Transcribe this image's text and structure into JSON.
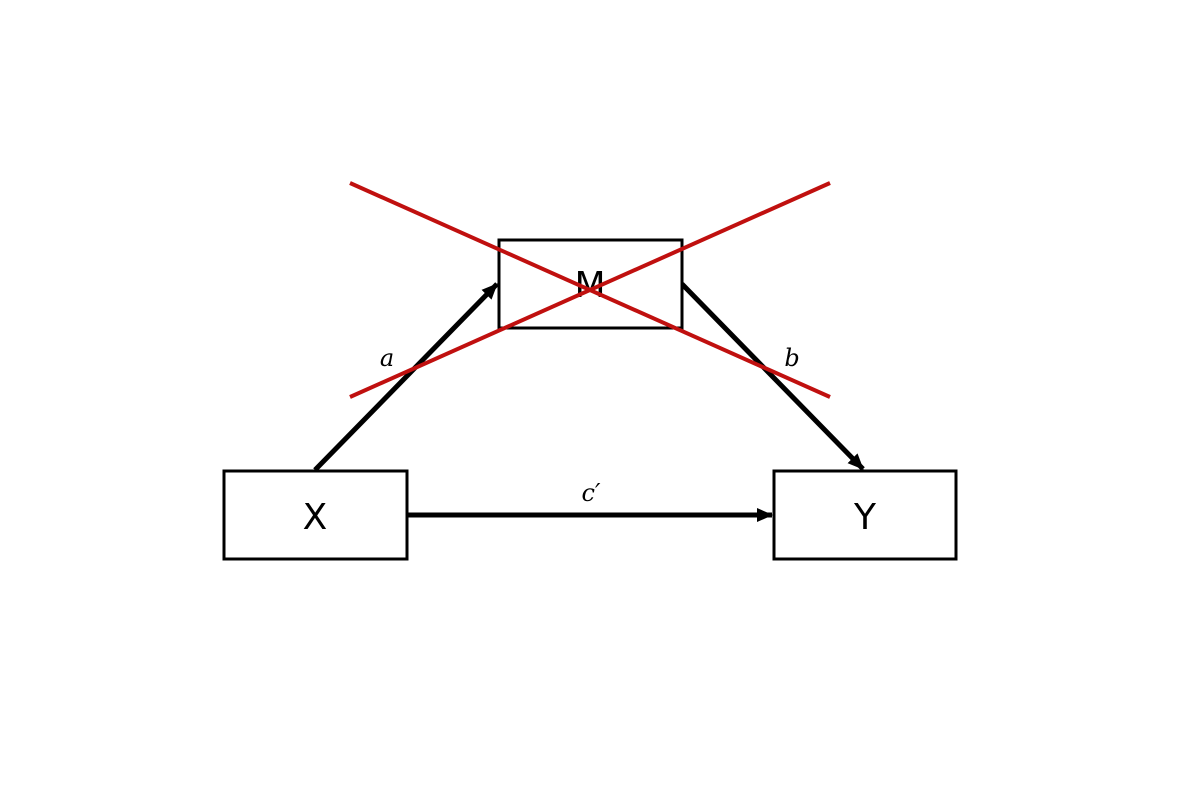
{
  "nodes": {
    "m": "M",
    "x": "X",
    "y": "Y"
  },
  "paths": {
    "a": "a",
    "b": "b",
    "c_prime": "c′"
  },
  "colors": {
    "lines": "#000000",
    "cross": "#c0100f",
    "background": "#ffffff"
  },
  "annotations": {
    "mediator_crossed_out": true
  }
}
